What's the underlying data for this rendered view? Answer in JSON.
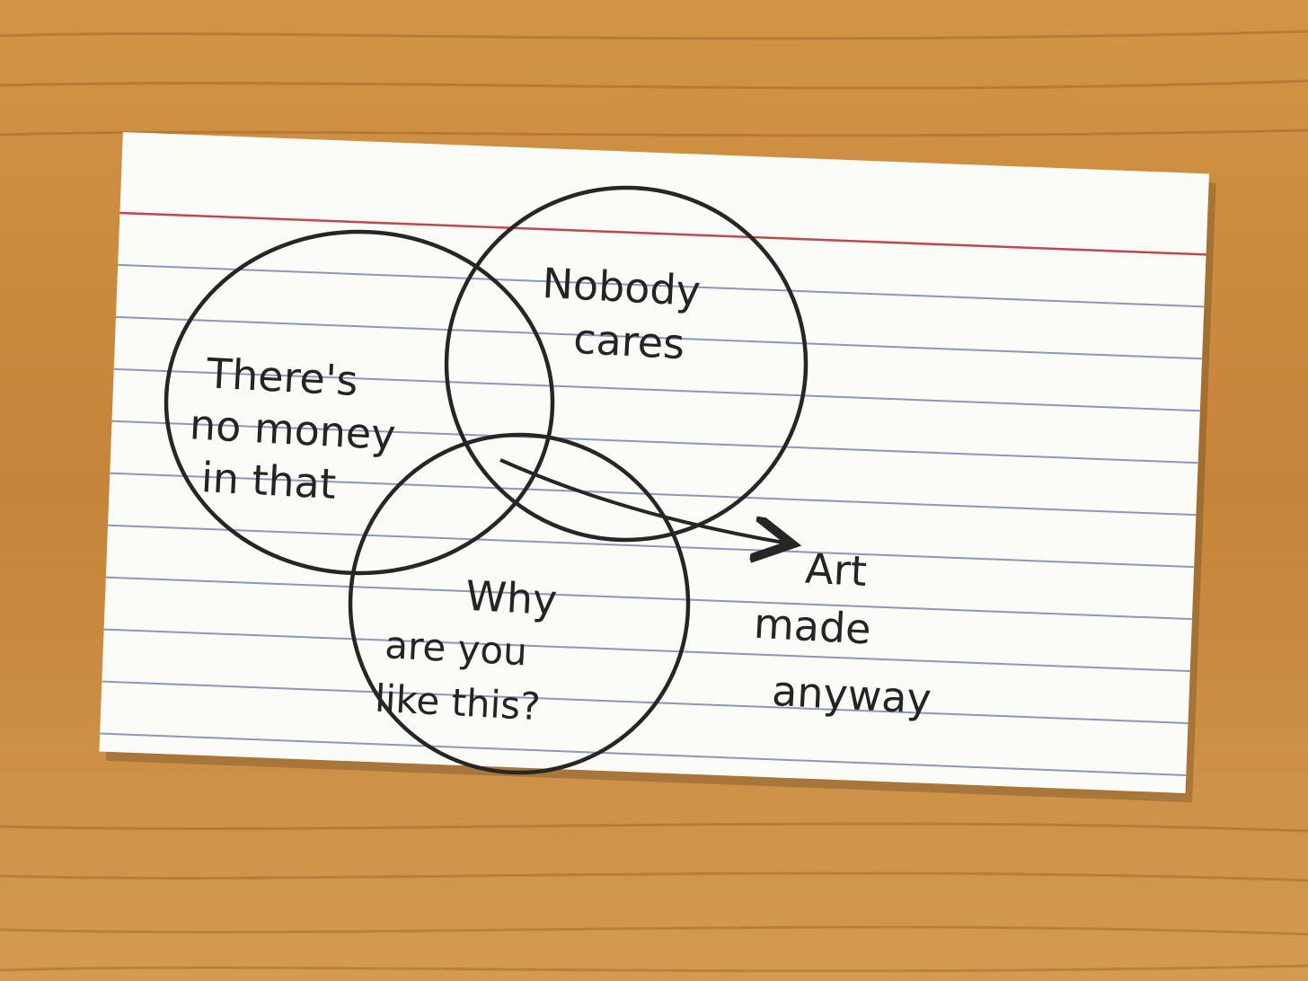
{
  "diagram": {
    "type": "venn",
    "sets": [
      {
        "id": "money",
        "lines": [
          "There's",
          "no money",
          "in that"
        ]
      },
      {
        "id": "cares",
        "lines": [
          "Nobody",
          "cares"
        ]
      },
      {
        "id": "why",
        "lines": [
          "Why",
          "are you",
          "like this?"
        ]
      }
    ],
    "intersection_label": {
      "lines": [
        "Art",
        "made",
        "anyway"
      ]
    }
  },
  "colors": {
    "wood": "#c98a3e",
    "wood_dark": "#8a5420",
    "card": "#fbfbf8",
    "ink": "#262626",
    "red_rule": "#c0474f",
    "blue_rule": "#8d98b8"
  }
}
